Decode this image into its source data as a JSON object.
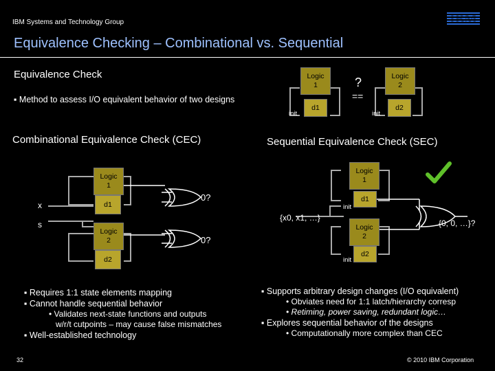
{
  "header": {
    "group": "IBM Systems and Technology Group",
    "logo": "IBM"
  },
  "slide": {
    "title": "Equivalence Checking – Combinational vs. Sequential",
    "subtitle": "Equivalence Check",
    "intro_bullet": "Method to assess I/O equivalent behavior of two designs"
  },
  "top_diagram": {
    "logic1": "Logic 1",
    "logic2": "Logic 2",
    "d1": "d1",
    "d2": "d2",
    "init1": "init",
    "init2": "init",
    "question": "?",
    "equals": "=="
  },
  "cec": {
    "heading": "Combinational Equivalence Check (CEC)",
    "logic1": "Logic 1",
    "logic2": "Logic 2",
    "d1": "d1",
    "d2": "d2",
    "in_x": "x",
    "in_s": "s",
    "out1": "0?",
    "out2": "0?",
    "bullets": [
      "Requires 1:1 state elements mapping",
      "Cannot handle sequential behavior"
    ],
    "sub_bullets": [
      "Validates next-state functions and outputs",
      "w/r/t cutpoints – may cause false mismatches"
    ],
    "last_bullet": "Well-established technology"
  },
  "sec": {
    "heading": "Sequential Equivalence Check (SEC)",
    "logic1": "Logic 1",
    "logic2": "Logic 2",
    "d1": "d1",
    "d2": "d2",
    "init1": "init",
    "init2": "init",
    "inputs": "{x0, x1, …}",
    "outputs": "{0, 0, …}?",
    "bullet1": "Supports arbitrary design changes (I/O equivalent)",
    "sub1": [
      "Obviates need for 1:1 latch/hierarchy corresp",
      "Retiming, power saving, redundant logic…"
    ],
    "bullet2": "Explores sequential behavior of the designs",
    "sub2": [
      "Computationally more complex than CEC"
    ]
  },
  "footer": {
    "page": "32",
    "copyright": "© 2010 IBM Corporation"
  },
  "colors": {
    "title": "#9ec1ff",
    "logic_box": "#9a8a1c",
    "latch_box": "#b8a52c",
    "check": "#5fc02a"
  }
}
